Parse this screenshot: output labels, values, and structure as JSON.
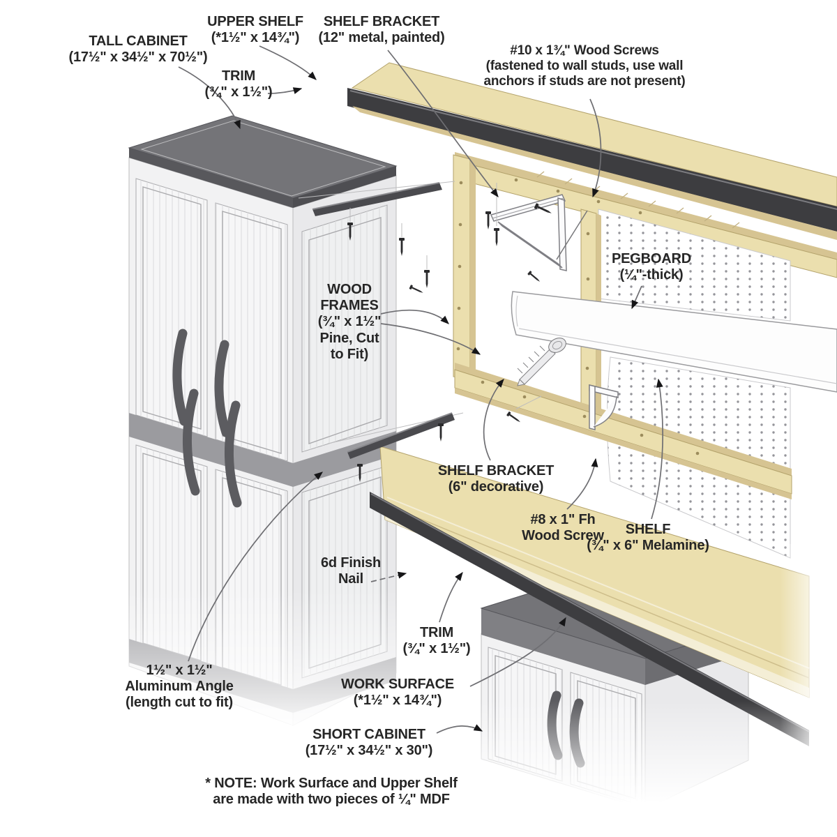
{
  "diagram": {
    "kind": "exploded-assembly-diagram",
    "subject": "garage workbench with cabinets, pegboard and shelves"
  },
  "colors": {
    "tan": "#ebdfae",
    "tan_shade": "#d6c492",
    "tan_edge": "#b3a26b",
    "trim": "#3d3d40",
    "cabinet_top": "#747478",
    "cabinet_body": "#f2f2f3",
    "cabinet_side": "#e9e9eb",
    "band": "#9b9b9f",
    "handle": "#5c5c60",
    "metal_dark": "#4a4a4e",
    "outline": "#6e6e72",
    "white_shelf": "#fdfdfd",
    "label": "#262626"
  },
  "labels": {
    "tall_cabinet": {
      "lines": [
        "TALL CABINET",
        "(17½\" x 34½\" x 70½\")"
      ]
    },
    "upper_shelf": {
      "lines": [
        "UPPER SHELF",
        "(*1½\" x 14¾\")"
      ]
    },
    "shelf_bracket_12": {
      "lines": [
        "SHELF BRACKET",
        "(12\" metal, painted)"
      ]
    },
    "wood_screws_10": {
      "lines": [
        "#10 x 1¾\" Wood Screws",
        "(fastened to wall studs, use wall",
        "anchors if studs are not present)"
      ]
    },
    "trim_top": {
      "lines": [
        "TRIM",
        "(¾\" x 1½\")"
      ]
    },
    "wood_frames": {
      "lines": [
        "WOOD",
        "FRAMES",
        "(¾\" x 1½\"",
        "Pine, Cut",
        "to Fit)"
      ]
    },
    "pegboard": {
      "lines": [
        "PEGBOARD",
        "(¼\"-thick)"
      ]
    },
    "shelf_bracket_6": {
      "lines": [
        "SHELF BRACKET",
        "(6\" decorative)"
      ]
    },
    "wood_screw_8": {
      "lines": [
        "#8 x 1\" Fh",
        "Wood Screw"
      ]
    },
    "shelf_melamine": {
      "lines": [
        "SHELF",
        "(¾\" x 6\" Melamine)"
      ]
    },
    "finish_nail": {
      "lines": [
        "6d Finish",
        "Nail"
      ]
    },
    "trim_bottom": {
      "lines": [
        "TRIM",
        "(¾\" x 1½\")"
      ]
    },
    "work_surface": {
      "lines": [
        "WORK SURFACE",
        "(*1½\" x 14¾\")"
      ]
    },
    "short_cabinet": {
      "lines": [
        "SHORT CABINET",
        "(17½\" x 34½\" x 30\")"
      ]
    },
    "aluminum_angle": {
      "lines": [
        "1½\" x 1½\"",
        "Aluminum Angle",
        "(length cut to fit)"
      ]
    },
    "note": {
      "lines": [
        "* NOTE: Work Surface and Upper Shelf",
        "are made with two pieces of ¼\" MDF"
      ]
    }
  }
}
